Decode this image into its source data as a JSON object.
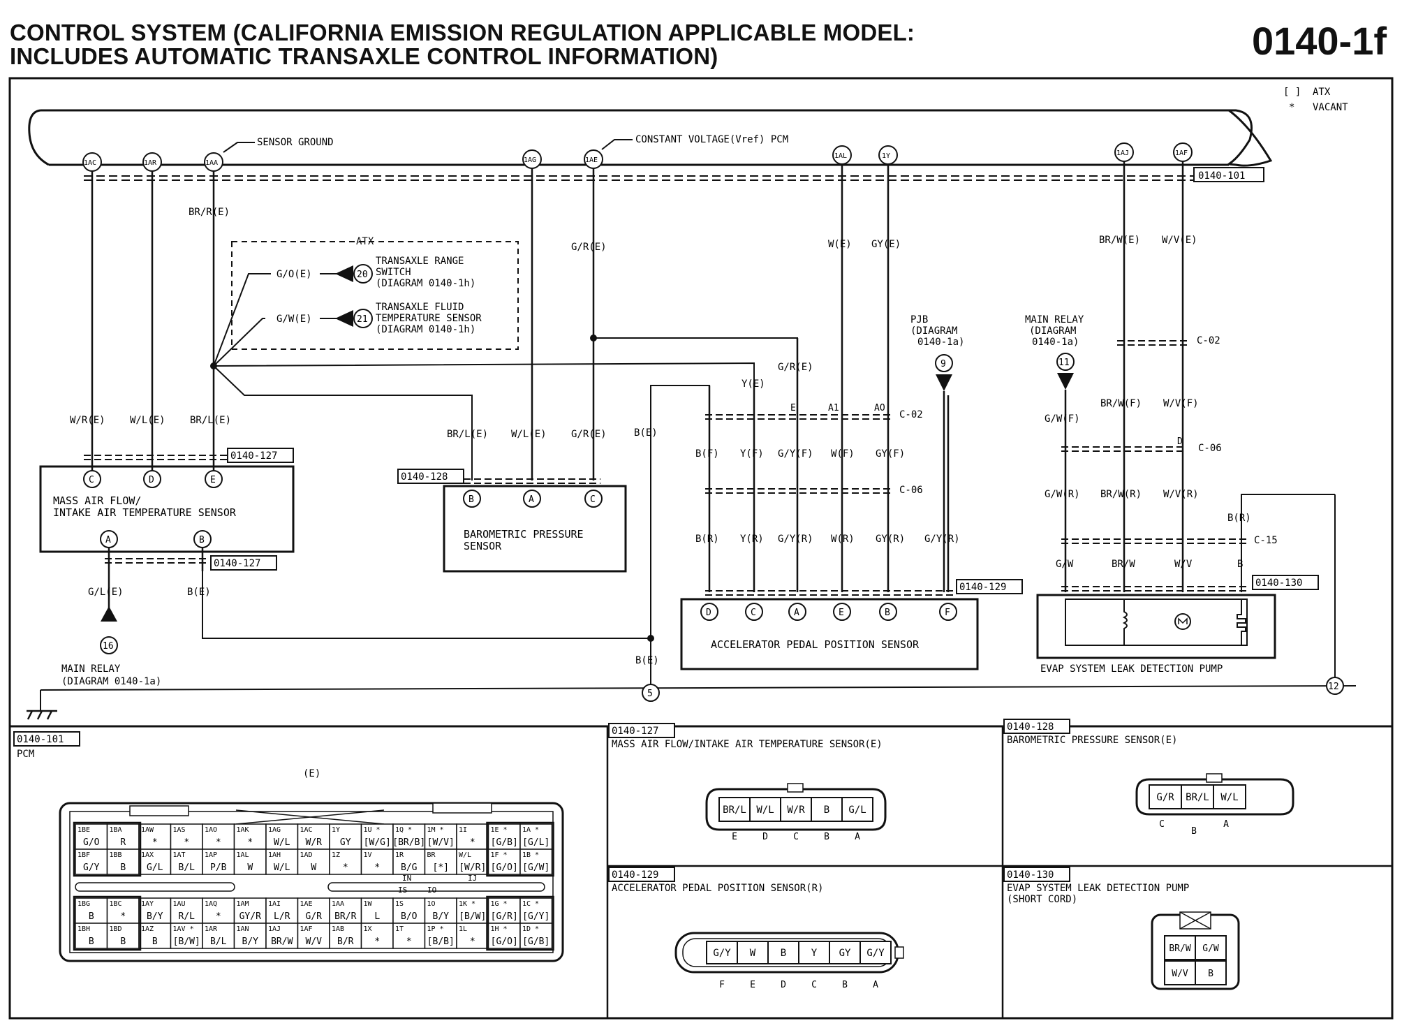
{
  "header": {
    "title_line1": "CONTROL SYSTEM (CALIFORNIA EMISSION REGULATION APPLICABLE MODEL:",
    "title_line2": "INCLUDES AUTOMATIC TRANSAXLE CONTROL INFORMATION)",
    "page_number": "0140-1f"
  },
  "legend": {
    "atx_symbol": "[ ]",
    "atx_label": "ATX",
    "vacant_symbol": "*",
    "vacant_label": "VACANT"
  },
  "pcm_terminals": [
    "1AC",
    "1AR",
    "1AA",
    "1AG",
    "1AE",
    "1AL",
    "1Y",
    "1AJ",
    "1AF"
  ],
  "annotations": {
    "sensor_ground": "SENSOR GROUND",
    "constant_voltage": "CONSTANT VOLTAGE(Vref) PCM",
    "pcm_ref": "0140-101",
    "atx_box_label": "ATX",
    "trs_line1": "TRANSAXLE RANGE",
    "trs_line2": "SWITCH",
    "trs_line3": "(DIAGRAM 0140-1h)",
    "tft_line1": "TRANSAXLE FLUID",
    "tft_line2": "TEMPERATURE SENSOR",
    "tft_line3": "(DIAGRAM 0140-1h)",
    "trs_num": "20",
    "tft_num": "21",
    "pjb_line1": "PJB",
    "pjb_line2": "(DIAGRAM",
    "pjb_line3": "0140-1a)",
    "pjb_num": "9",
    "mr_line1": "MAIN RELAY",
    "mr_line2": "(DIAGRAM",
    "mr_line3": "0140-1a)",
    "mr_num": "11",
    "mr2_line1": "MAIN RELAY",
    "mr2_line2": "(DIAGRAM 0140-1a)",
    "mr2_num": "16",
    "ground_num_5": "5",
    "ground_num_12": "12"
  },
  "wires": {
    "br_r_e": "BR/R(E)",
    "g_o_e": "G/O(E)",
    "g_w_e": "G/W(E)",
    "g_r_e_top": "G/R(E)",
    "w_e": "W(E)",
    "gy_e": "GY(E)",
    "br_w_e": "BR/W(E)",
    "w_v_e": "W/V(E)",
    "w_r_e": "W/R(E)",
    "w_l_e": "W/L(E)",
    "br_l_e": "BR/L(E)",
    "br_l_e2": "BR/L(E)",
    "w_l_e2": "W/L(E)",
    "g_r_e2": "G/R(E)",
    "b_e_mid": "B(E)",
    "y_e": "Y(E)",
    "g_r_e3": "G/R(E)",
    "b_f": "B(F)",
    "y_f": "Y(F)",
    "g_y_f": "G/Y(F)",
    "w_f": "W(F)",
    "gy_f": "GY(F)",
    "b_r": "B(R)",
    "y_r": "Y(R)",
    "g_y_r": "G/Y(R)",
    "w_r": "W(R)",
    "gy_r": "GY(R)",
    "g_y_r2": "G/Y(R)",
    "e_lbl": "E",
    "a1_lbl": "A1",
    "ao_lbl": "AO",
    "g_l_e": "G/L(E)",
    "b_e_low": "B(E)",
    "b_e_gnd": "B(E)",
    "g_w_f": "G/W(F)",
    "br_w_f": "BR/W(F)",
    "w_v_f": "W/V(F)",
    "d_lbl": "D",
    "g_w_r": "G/W(R)",
    "br_w_r": "BR/W(R)",
    "w_v_r": "W/V(R)",
    "b_r2": "B(R)",
    "g_w": "G/W",
    "br_w": "BR/W",
    "w_v": "W/V",
    "b_lbl": "B"
  },
  "connectors": {
    "c02": "C-02",
    "c06": "C-06",
    "c02b": "C-02",
    "c06b": "C-06",
    "c15": "C-15",
    "ref127a": "0140-127",
    "ref127b": "0140-127",
    "ref128": "0140-128",
    "ref129": "0140-129",
    "ref130": "0140-130"
  },
  "components": {
    "maf_line1": "MASS AIR FLOW/",
    "maf_line2": "INTAKE AIR TEMPERATURE SENSOR",
    "baro_line1": "BAROMETRIC PRESSURE",
    "baro_line2": "SENSOR",
    "app": "ACCELERATOR PEDAL POSITION SENSOR",
    "evap": "EVAP SYSTEM LEAK DETECTION PUMP"
  },
  "pins": {
    "maf_top": [
      "C",
      "D",
      "E"
    ],
    "maf_bot": [
      "A",
      "B"
    ],
    "baro": [
      "B",
      "A",
      "C"
    ],
    "app": [
      "D",
      "C",
      "A",
      "E",
      "B",
      "F"
    ]
  },
  "panels": {
    "pcm": {
      "ref": "0140-101",
      "title": "PCM",
      "side": "(E)",
      "mid1": "IN",
      "mid2": "IJ",
      "mid3": "IS",
      "mid4": "IO",
      "upper_rows": [
        [
          [
            "1BE",
            "G/O"
          ],
          [
            "1BA",
            "R"
          ],
          [
            "1AW",
            "*"
          ],
          [
            "1AS",
            "*"
          ],
          [
            "1AO",
            "*"
          ],
          [
            "1AK",
            "*"
          ],
          [
            "1AG",
            "W/L"
          ],
          [
            "1AC",
            "W/R"
          ],
          [
            "1Y",
            "GY"
          ],
          [
            "1U *",
            "[W/G]"
          ],
          [
            "1Q *",
            "[BR/B]"
          ],
          [
            "1M *",
            "[W/V]"
          ],
          [
            "1I",
            "*"
          ],
          [
            "1E *",
            "[G/B]"
          ],
          [
            "1A *",
            "[G/L]"
          ]
        ],
        [
          [
            "1BF",
            "G/Y"
          ],
          [
            "1BB",
            "B"
          ],
          [
            "1AX",
            "G/L"
          ],
          [
            "1AT",
            "B/L"
          ],
          [
            "1AP",
            "P/B"
          ],
          [
            "1AL",
            "W"
          ],
          [
            "1AH",
            "W/L"
          ],
          [
            "1AD",
            "W"
          ],
          [
            "1Z",
            "*"
          ],
          [
            "1V",
            "*"
          ],
          [
            "1R",
            "B/G"
          ],
          [
            "BR",
            "[*]"
          ],
          [
            "W/L",
            "[W/R]"
          ],
          [
            "1F *",
            "[G/O]"
          ],
          [
            "1B *",
            "[G/W]"
          ]
        ]
      ],
      "lower_rows": [
        [
          [
            "1BG",
            "B"
          ],
          [
            "1BC",
            "*"
          ],
          [
            "1AY",
            "B/Y"
          ],
          [
            "1AU",
            "R/L"
          ],
          [
            "1AQ",
            "*"
          ],
          [
            "1AM",
            "GY/R"
          ],
          [
            "1AI",
            "L/R"
          ],
          [
            "1AE",
            "G/R"
          ],
          [
            "1AA",
            "BR/R"
          ],
          [
            "1W",
            "L"
          ],
          [
            "1S",
            "B/O"
          ],
          [
            "1O",
            "B/Y"
          ],
          [
            "1K *",
            "[B/W]"
          ],
          [
            "1G *",
            "[G/R]"
          ],
          [
            "1C *",
            "[G/Y]"
          ]
        ],
        [
          [
            "1BH",
            "B"
          ],
          [
            "1BD",
            "B"
          ],
          [
            "1AZ",
            "B"
          ],
          [
            "1AV *",
            "[B/W]"
          ],
          [
            "1AR",
            "B/L"
          ],
          [
            "1AN",
            "B/Y"
          ],
          [
            "1AJ",
            "BR/W"
          ],
          [
            "1AF",
            "W/V"
          ],
          [
            "1AB",
            "B/R"
          ],
          [
            "1X",
            "*"
          ],
          [
            "1T",
            "*"
          ],
          [
            "1P *",
            "[B/B]"
          ],
          [
            "1L",
            "*"
          ],
          [
            "1H *",
            "[G/O]"
          ],
          [
            "1D *",
            "[G/B]"
          ]
        ]
      ]
    },
    "maf": {
      "ref": "0140-127",
      "title": "MASS AIR FLOW/INTAKE AIR TEMPERATURE SENSOR(E)",
      "cells": [
        "BR/L",
        "W/L",
        "W/R",
        "B",
        "G/L"
      ],
      "letters": [
        "E",
        "D",
        "C",
        "B",
        "A"
      ]
    },
    "baro": {
      "ref": "0140-128",
      "title": "BAROMETRIC PRESSURE SENSOR(E)",
      "cells": [
        "G/R",
        "BR/L",
        "W/L"
      ],
      "letters": [
        "C",
        "B",
        "A"
      ]
    },
    "app": {
      "ref": "0140-129",
      "title": "ACCELERATOR PEDAL POSITION SENSOR(R)",
      "cells": [
        "G/Y",
        "W",
        "B",
        "Y",
        "GY",
        "G/Y"
      ],
      "letters": [
        "F",
        "E",
        "D",
        "C",
        "B",
        "A"
      ]
    },
    "evap": {
      "ref": "0140-130",
      "title_line1": "EVAP SYSTEM LEAK DETECTION PUMP",
      "title_line2": "(SHORT CORD)",
      "cells": [
        "BR/W",
        "G/W",
        "W/V",
        "B"
      ]
    }
  }
}
